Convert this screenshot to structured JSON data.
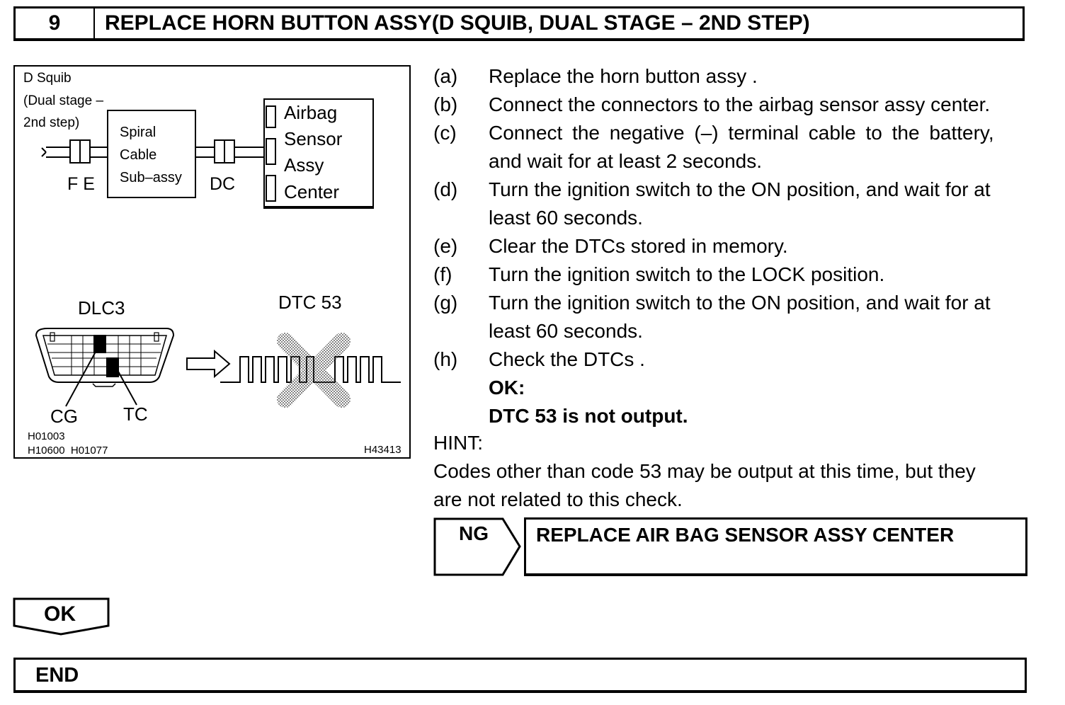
{
  "header": {
    "step_number": "9",
    "title": "REPLACE HORN BUTTON ASSY(D SQUIB, DUAL STAGE – 2ND STEP)"
  },
  "figure": {
    "squib_label": [
      "D Squib",
      "(Dual stage –",
      "2nd step)"
    ],
    "spiral_label": [
      "Spiral",
      "Cable",
      "Sub–assy"
    ],
    "airbag_label": [
      "Airbag",
      "Sensor",
      "Assy",
      "Center"
    ],
    "connector_fe": "F E",
    "connector_dc": "DC",
    "dlc_label": "DLC3",
    "dtc_label": "DTC 53",
    "cg_label": "CG",
    "tc_label": "TC",
    "ref_codes": [
      "H01003",
      "H10600  H01077"
    ],
    "fig_code": "H43413"
  },
  "steps": [
    {
      "letter": "(a)",
      "lines": [
        "Replace the horn button assy ."
      ]
    },
    {
      "letter": "(b)",
      "lines": [
        "Connect the connectors to the airbag sensor assy center."
      ]
    },
    {
      "letter": "(c)",
      "lines": [
        "Connect the negative (–) terminal cable to the battery,",
        "and wait for at least 2 seconds."
      ]
    },
    {
      "letter": "(d)",
      "lines": [
        "Turn the ignition switch to the ON position, and wait for at",
        "least 60 seconds."
      ]
    },
    {
      "letter": "(e)",
      "lines": [
        "Clear the DTCs stored in memory."
      ]
    },
    {
      "letter": "(f)",
      "lines": [
        "Turn the ignition switch to the LOCK position."
      ]
    },
    {
      "letter": "(g)",
      "lines": [
        "Turn the ignition switch to the ON position, and wait for at",
        "least 60 seconds."
      ]
    },
    {
      "letter": "(h)",
      "lines": [
        "Check the DTCs ."
      ]
    }
  ],
  "result": {
    "ok_label": "OK:",
    "ok_text": "DTC 53 is not output."
  },
  "hint": {
    "label": "HINT:",
    "text": [
      "Codes other than code 53 may be output at this time, but they",
      "are not related to this check."
    ]
  },
  "ng": {
    "label": "NG",
    "action": "REPLACE AIR BAG SENSOR ASSY CENTER"
  },
  "ok": {
    "label": "OK"
  },
  "end": {
    "label": "END"
  }
}
